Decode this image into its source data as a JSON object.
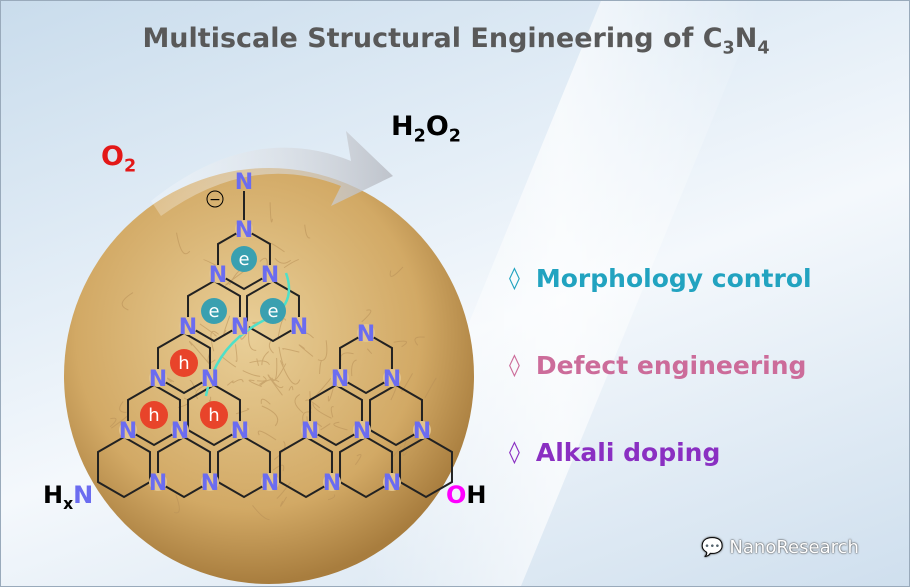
{
  "title": {
    "main": "Multiscale Structural Engineering of C",
    "sub1": "3",
    "mid": "N",
    "sub2": "4"
  },
  "reactant": {
    "main": "O",
    "sub": "2"
  },
  "product": {
    "a": "H",
    "s1": "2",
    "b": "O",
    "s2": "2"
  },
  "molecule": {
    "n": "N",
    "hx": "H",
    "hx_sub": "x",
    "hx_n": "N",
    "oh_o": "O",
    "oh_h": "H",
    "minus": "−",
    "electron": "e",
    "hole": "h"
  },
  "strategies": [
    {
      "label": "Morphology control",
      "color": "#22a3c0"
    },
    {
      "label": "Defect engineering",
      "color": "#cc6c9a"
    },
    {
      "label": "Alkali doping",
      "color": "#8a2fc2"
    }
  ],
  "bullet": "◊",
  "watermark": "NanoResearch",
  "colors": {
    "nitrogen": "#6b6cf0",
    "electron": "#3aa0b0",
    "hole": "#e8442a"
  }
}
